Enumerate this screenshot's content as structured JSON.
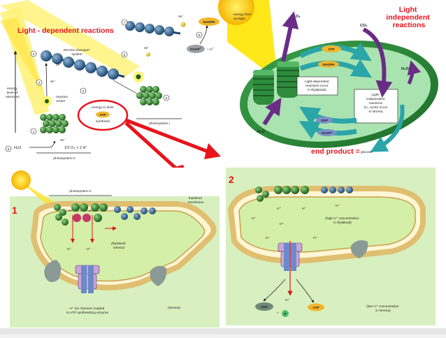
{
  "colors": {
    "red": "#e8141c",
    "membrane_fill": "#c8e8a8",
    "membrane_stroke": "#7da850",
    "atp_orange": "#f2b62c",
    "chloroplast_green": "#2e8c3c",
    "arrow_purple": "#6a2c86",
    "arrow_teal": "#2aa5a8"
  },
  "panel1": {
    "title": "Light - dependent reactions",
    "etc_label": "electron transport\nsystem",
    "energy_axis": "energy\nlevel of\nelectrons",
    "reaction_center": "reaction\ncenter",
    "energy_to_drive": "energy to drive",
    "atp": "ATP",
    "synthesis": "synthesis",
    "photosystem1": "photosystem I",
    "photosystem2": "photosystem II",
    "nadph": "NADPH",
    "nadp": "NADP",
    "nadp_sup": "+",
    "plus_h": "+ H",
    "plus_h_sup": "+",
    "h2o": "H₂O",
    "o2_eq": "1/2 O₂ + 2 H",
    "o2_eq_sup": "+",
    "e1": "2e⁻",
    "e2": "2e⁻",
    "e3": "2e⁻",
    "e4": "2e⁻",
    "e5": "2e⁻",
    "steps": [
      "1",
      "2",
      "3",
      "4",
      "5",
      "6",
      "7",
      "8",
      "9"
    ]
  },
  "panel2": {
    "title": "Light\nindependent\nreactions",
    "energy_from": "energy from\nsunlight",
    "o2": "O₂",
    "co2": "CO₂",
    "atp": "ATP",
    "nadph": "NADPH",
    "h2o_in": "H₂O",
    "h2o_out": "H₂O",
    "adp": "ADP",
    "nadp": "NADP⁺",
    "box1": "Light-dependent\nreactions occur\nin thylakoids.",
    "box2": "Light-\nindependent\nreactions\n(C₃ cycle) occur\nin stroma.",
    "end_product": "end product =",
    "glucose": "glucose"
  },
  "panel3": {
    "num": "1",
    "photosystem2": "photosystem II",
    "thylakoid_membrane": "thylakoid\nmembrane",
    "thylakoid_interior": "(thylakoid\ninterior)",
    "stroma": "(stroma)",
    "h": "H⁺",
    "channel": "H⁺ ion channel coupled\nto ATP synthesizing enzyme"
  },
  "panel4": {
    "num": "2",
    "h": "H⁺",
    "high_h": "(high H⁺ concentration\nin thylakoid)",
    "low_h": "(low H⁺ concentration\nin stroma)",
    "adp": "ADP",
    "p": "P",
    "plus": "+",
    "atp": "ATP"
  }
}
